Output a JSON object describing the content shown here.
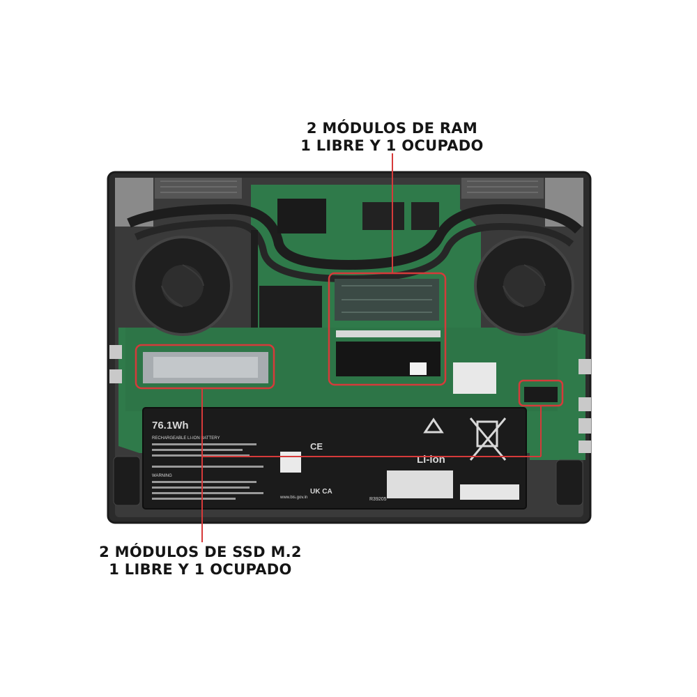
{
  "callouts": {
    "ram": {
      "line1": "2 MÓDULOS DE RAM",
      "line2": "1 LIBRE Y 1 OCUPADO"
    },
    "ssd": {
      "line1": "2 MÓDULOS DE SSD M.2",
      "line2": "1 LIBRE Y 1 OCUPADO"
    }
  },
  "battery": {
    "capacity": "76.1Wh",
    "type": "RECHARGEABLE LI-ION BATTERY",
    "chemistry": "Li-ion",
    "warning": "WARNING",
    "ukca": "UK CA",
    "ce": "CE",
    "code": "R39205",
    "website": "www.bis.gov.in"
  },
  "colors": {
    "highlight": "#d63a3a",
    "board": "#2f7a4a",
    "chassis": "#2a2a2a",
    "battery": "#1c1c1c"
  }
}
